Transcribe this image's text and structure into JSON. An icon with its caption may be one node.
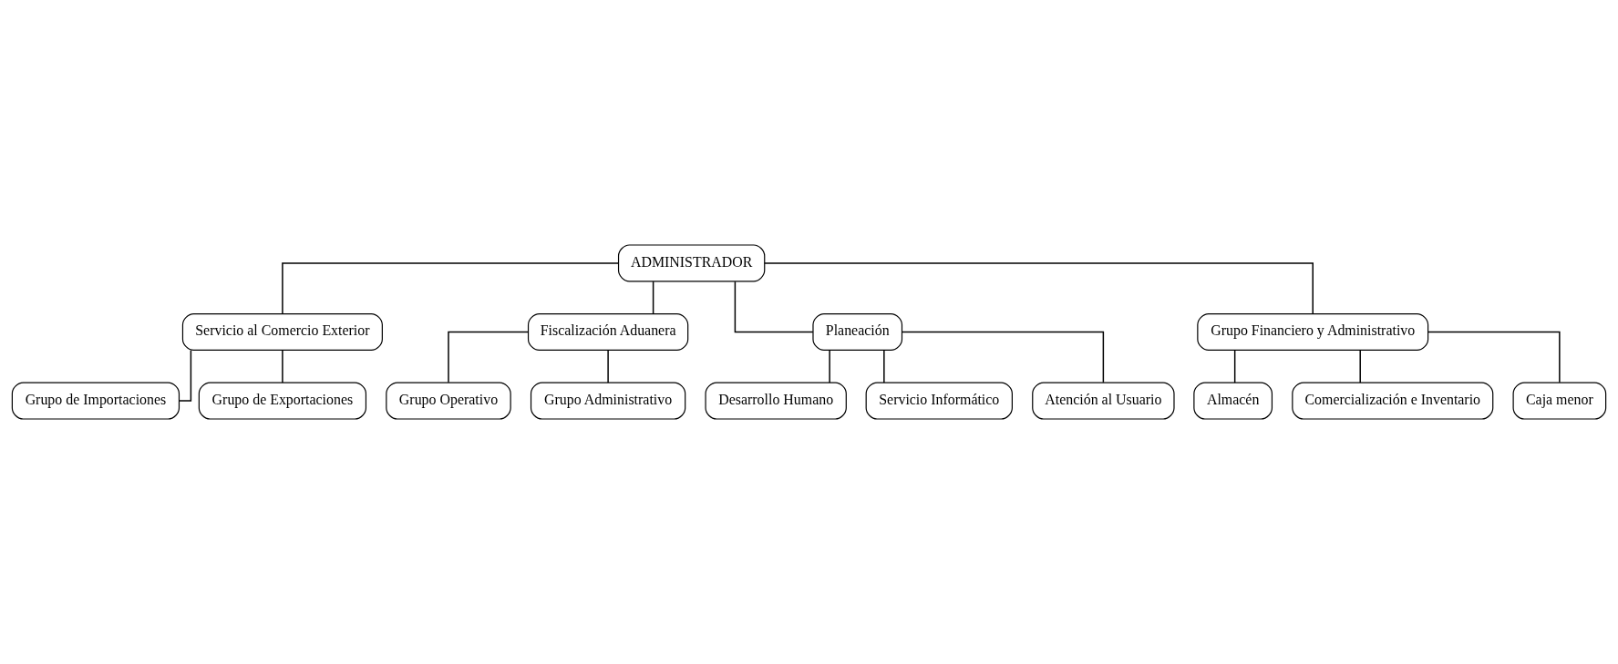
{
  "diagram": {
    "nodes": [
      {
        "text": [
          "ADMINISTRADOR"
        ]
      },
      {
        "text": [
          "Servicio al Comercio Exterior"
        ]
      },
      {
        "text": [
          "Fiscalización Aduanera"
        ]
      },
      {
        "text": [
          "Planeación"
        ]
      },
      {
        "text": [
          "Grupo de Importaciones"
        ]
      },
      {
        "text": [
          "Grupo de Exportaciones"
        ]
      },
      {
        "text": [
          "Grupo Operativo"
        ]
      },
      {
        "text": [
          "Grupo Administrativo"
        ]
      },
      {
        "text": [
          "Grupo Financiero y Administrativo"
        ]
      },
      {
        "text": [
          "Desarrollo Humano"
        ]
      },
      {
        "text": [
          "Servicio Informático"
        ]
      },
      {
        "text": [
          "Almacén"
        ]
      },
      {
        "text": [
          "Comercialización e Inventario"
        ]
      },
      {
        "text": [
          "Caja menor"
        ]
      },
      {
        "text": [
          "Atención al Usuario"
        ]
      }
    ],
    "edges": [
      {
        "from": 0,
        "to": 8,
        "arrow": "none"
      },
      {
        "from": 0,
        "to": 1,
        "arrow": "none"
      },
      {
        "from": 0,
        "to": 2,
        "arrow": "none"
      },
      {
        "from": 0,
        "to": 3,
        "arrow": "none"
      },
      {
        "from": 1,
        "to": 4,
        "arrow": "none"
      },
      {
        "from": 1,
        "to": 5,
        "arrow": "none"
      },
      {
        "from": 2,
        "to": 6,
        "arrow": "none"
      },
      {
        "from": 2,
        "to": 7,
        "arrow": "none"
      },
      {
        "from": 3,
        "to": 9,
        "arrow": "none"
      },
      {
        "from": 3,
        "to": 14,
        "arrow": "none"
      },
      {
        "from": 3,
        "to": 10,
        "arrow": "none"
      },
      {
        "from": 8,
        "to": 11,
        "arrow": "none"
      },
      {
        "from": 8,
        "to": 12,
        "arrow": "none"
      },
      {
        "from": 8,
        "to": 13,
        "arrow": "none"
      }
    ]
  }
}
